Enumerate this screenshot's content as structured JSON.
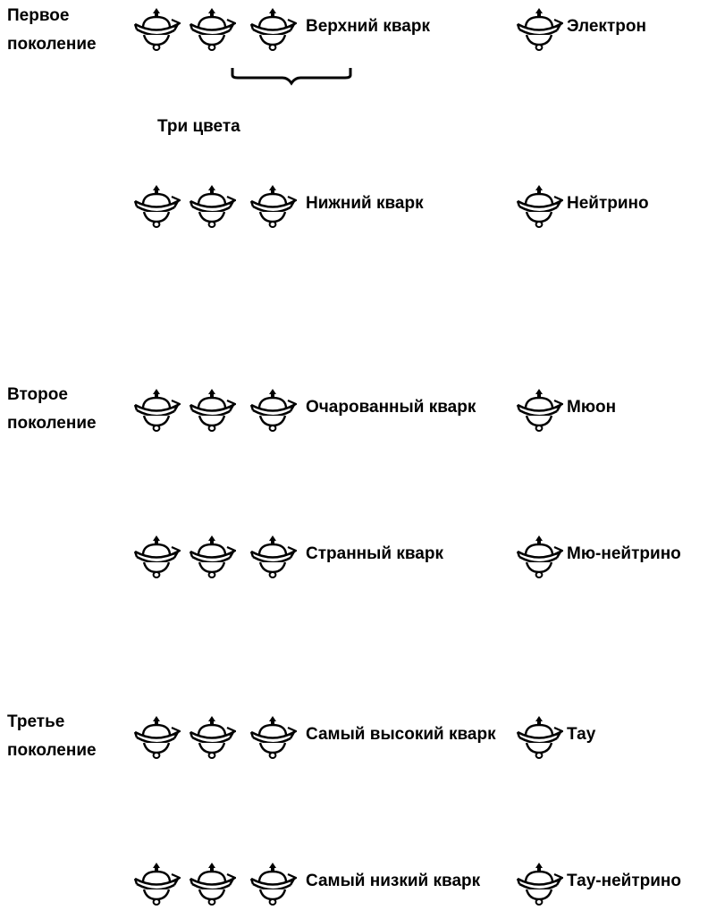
{
  "generations": [
    {
      "label_line1": "Первое",
      "label_line2": "поколение",
      "rows": [
        {
          "quark": "Верхний кварк",
          "lepton": "Электрон"
        },
        {
          "quark": "Нижний кварк",
          "lepton": "Нейтрино"
        }
      ]
    },
    {
      "label_line1": "Второе",
      "label_line2": "поколение",
      "rows": [
        {
          "quark": "Очарованный кварк",
          "lepton": "Мюон"
        },
        {
          "quark": "Странный кварк",
          "lepton": "Мю-нейтрино"
        }
      ]
    },
    {
      "label_line1": "Третье",
      "label_line2": "поколение",
      "rows": [
        {
          "quark": "Самый высокий кварк",
          "lepton": "Тау"
        },
        {
          "quark": "Самый низкий кварк",
          "lepton": "Тау-нейтрино"
        }
      ]
    }
  ],
  "three_colors_label": "Три цвета",
  "icon": "spinning-top-icon"
}
